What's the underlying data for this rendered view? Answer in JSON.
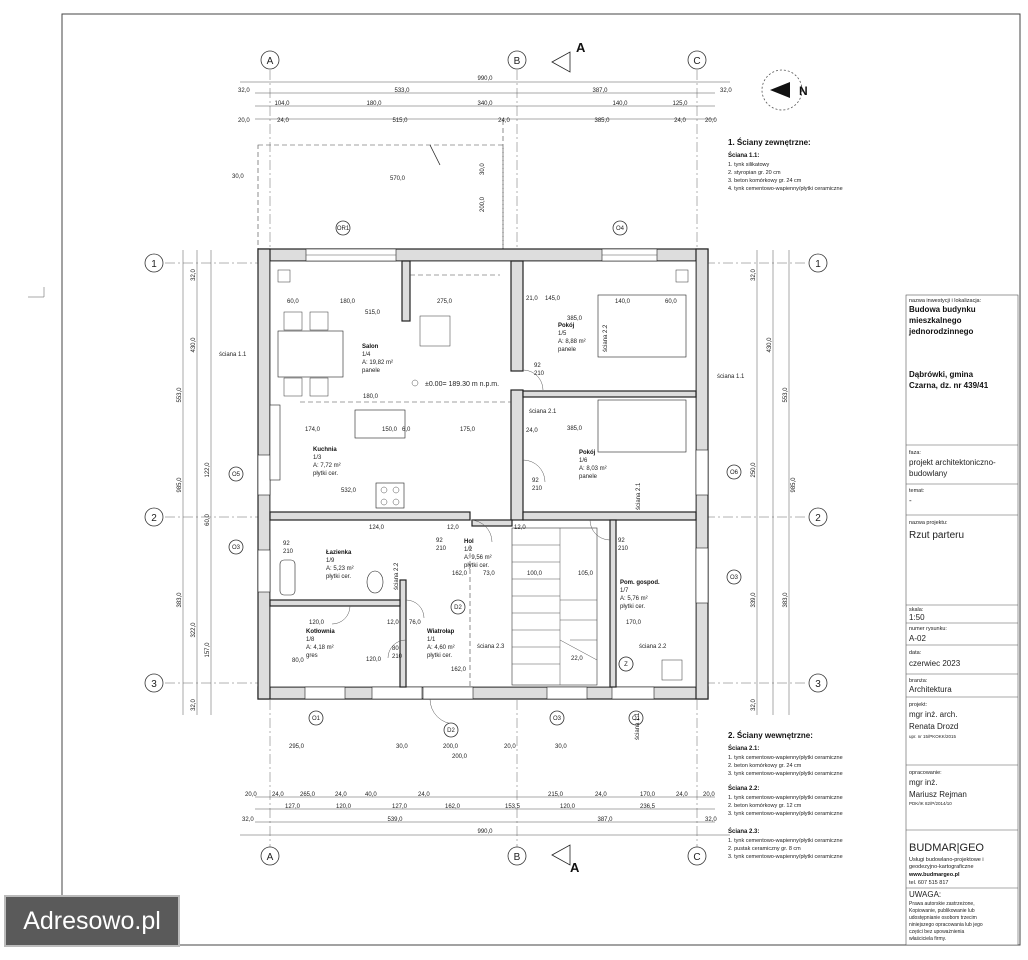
{
  "watermark": {
    "text": "Adresowo.pl"
  },
  "axes": {
    "letters": [
      "A",
      "B",
      "C"
    ],
    "numbers": [
      "1",
      "2",
      "3"
    ],
    "section": "A",
    "north": "N"
  },
  "dimensions": {
    "top_total": "990,0",
    "top_row1": [
      "32,0",
      "533,0",
      "387,0",
      "32,0"
    ],
    "top_row2": [
      "104,0",
      "180,0",
      "340,0",
      "140,0",
      "125,0"
    ],
    "top_row3": [
      "20,0",
      "24,0",
      "515,0",
      "24,0",
      "385,0",
      "24,0",
      "20,0"
    ],
    "bottom_row1": [
      "20,0",
      "24,0",
      "265,0",
      "24,0",
      "40,0",
      "24,0",
      "215,0",
      "24,0",
      "170,0",
      "24,0",
      "20,0"
    ],
    "bottom_row2": [
      "127,0",
      "120,0",
      "127,0",
      "162,0",
      "153,5",
      "120,0",
      "236,5"
    ],
    "bottom_row3": [
      "32,0",
      "539,0",
      "387,0",
      "32,0"
    ],
    "bottom_total": "990,0",
    "left_total": "985,0",
    "left_segments": [
      "32,0",
      "430,0",
      "553,0",
      "122,0",
      "60,0",
      "383,0",
      "322,0",
      "157,0",
      "32,0"
    ],
    "right_total": "985,0",
    "right_segments": [
      "32,0",
      "430,0",
      "553,0",
      "250,0",
      "383,0",
      "339,0",
      "32,0"
    ]
  },
  "labels": {
    "wall_11": "ściana 1.1",
    "wall_21": "ściana 2.1",
    "wall_22": "ściana 2.2",
    "wall_23": "ściana 2.3",
    "level": "±0.00= 189.30 m n.p.m."
  },
  "rooms": [
    {
      "name": "Salon",
      "num": "1/4",
      "area": "A: 19,82 m²",
      "floor": "panele"
    },
    {
      "name": "Kuchnia",
      "num": "1/3",
      "area": "A: 7,72 m²",
      "floor": "płytki cer."
    },
    {
      "name": "Pokój",
      "num": "1/5",
      "area": "A: 8,88 m²",
      "floor": "panele"
    },
    {
      "name": "Pokój",
      "num": "1/6",
      "area": "A: 8,03 m²",
      "floor": "panele"
    },
    {
      "name": "Łazienka",
      "num": "1/9",
      "area": "A: 5,23 m²",
      "floor": "płytki cer."
    },
    {
      "name": "Hol",
      "num": "1/2",
      "area": "A: 9,56 m²",
      "floor": "płytki cer."
    },
    {
      "name": "Pom. gospod.",
      "num": "1/7",
      "area": "A: 5,76 m²",
      "floor": "płytki cer."
    },
    {
      "name": "Kotłownia",
      "num": "1/8",
      "area": "A: 4,18 m²",
      "floor": "gres"
    },
    {
      "name": "Wiatrołap",
      "num": "1/1",
      "area": "A: 4,60 m²",
      "floor": "płytki cer."
    }
  ],
  "spec_external": {
    "title": "1. Ściany zewnętrzne:",
    "sub": "Ściana 1.1:",
    "items": [
      "1. tynk silikatowy",
      "2. styropian gr. 20 cm",
      "3. beton komórkowy gr. 24 cm",
      "4. tynk cementowo-wapienny/płytki ceramiczne"
    ]
  },
  "spec_internal": {
    "title": "2. Ściany wewnętrzne:",
    "groups": [
      {
        "sub": "Ściana 2.1:",
        "items": [
          "1. tynk cementowo-wapienny/płytki ceramiczne",
          "2. beton komórkowy gr. 24 cm",
          "3. tynk cementowo-wapienny/płytki ceramiczne"
        ]
      },
      {
        "sub": "Ściana 2.2:",
        "items": [
          "1. tynk cementowo-wapienny/płytki ceramiczne",
          "2. beton komórkowy gr. 12 cm",
          "3. tynk cementowo-wapienny/płytki ceramiczne"
        ]
      },
      {
        "sub": "Ściana 2.3:",
        "items": [
          "1. tynk cementowo-wapienny/płytki ceramiczne",
          "2. pustak ceramiczny gr. 8 cm",
          "3. tynk cementowo-wapienny/płytki ceramiczne"
        ]
      }
    ]
  },
  "titleblock": {
    "inv_label": "nazwa inwestycji i lokalizacja:",
    "inv_value": [
      "Budowa budynku",
      "mieszkalnego",
      "jednorodzinnego"
    ],
    "loc_value": [
      "Dąbrówki, gmina",
      "Czarna, dz. nr 439/41"
    ],
    "phase_label": "faza:",
    "phase_value": [
      "projekt architektoniczno-",
      "budowlany"
    ],
    "topic_label": "temat:",
    "topic_value": "-",
    "drawing_label": "nazwa projektu:",
    "drawing_value": "Rzut parteru",
    "scale_label": "skala:",
    "scale_value": "1:50",
    "num_label": "numer rysunku:",
    "num_value": "A-02",
    "date_label": "data:",
    "date_value": "czerwiec 2023",
    "branch_label": "branża:",
    "branch_value": "Architektura",
    "project_label": "projekt:",
    "project_value": [
      "mgr inż. arch.",
      "Renata Drozd"
    ],
    "project_perm": "upr. nr 15/PKOKK/2015",
    "prep_label": "opracowanie:",
    "prep_value": [
      "mgr inż.",
      "Mariusz Rejman"
    ],
    "prep_perm": "PDK/IK 82/P/2014/10",
    "company_logo": "BUDMAR|GEO",
    "company_lines": [
      "Usługi budowlano-projektowe i",
      "geodezyjno-kartograficzne",
      "www.budmargeo.pl",
      "tel. 607 515 817"
    ],
    "note_title": "UWAGA:",
    "note_lines": [
      "Prawa autorskie zastrzeżone,",
      "Kopiowanie, publikowanie lub",
      "udostępnianie osobom trzecim",
      "niniejszego opracowania lub jego",
      "części bez upoważnienia",
      "właściciela firmy."
    ]
  }
}
